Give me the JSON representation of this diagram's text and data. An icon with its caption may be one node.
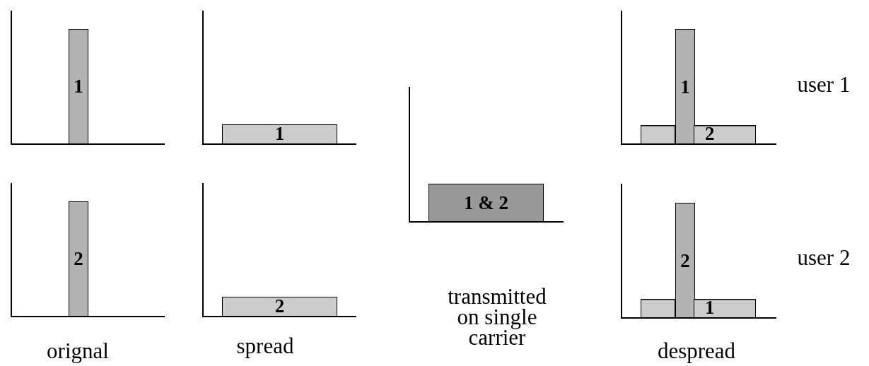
{
  "diagram": {
    "nodes": [
      {
        "text": [
          "1"
        ]
      },
      {
        "text": [
          "1"
        ]
      },
      {
        "text": [
          "2"
        ]
      },
      {
        "text": [
          "1"
        ]
      },
      {
        "text": [
          "1 & 2"
        ]
      },
      {
        "text": [
          "2"
        ]
      },
      {
        "text": [
          "2"
        ]
      },
      {
        "text": [
          "1"
        ]
      },
      {
        "text": [
          "2"
        ]
      }
    ],
    "labels": [
      "user 1",
      "user 2",
      "transmitted on single carrier",
      "orignal",
      "spread",
      "despread"
    ]
  }
}
